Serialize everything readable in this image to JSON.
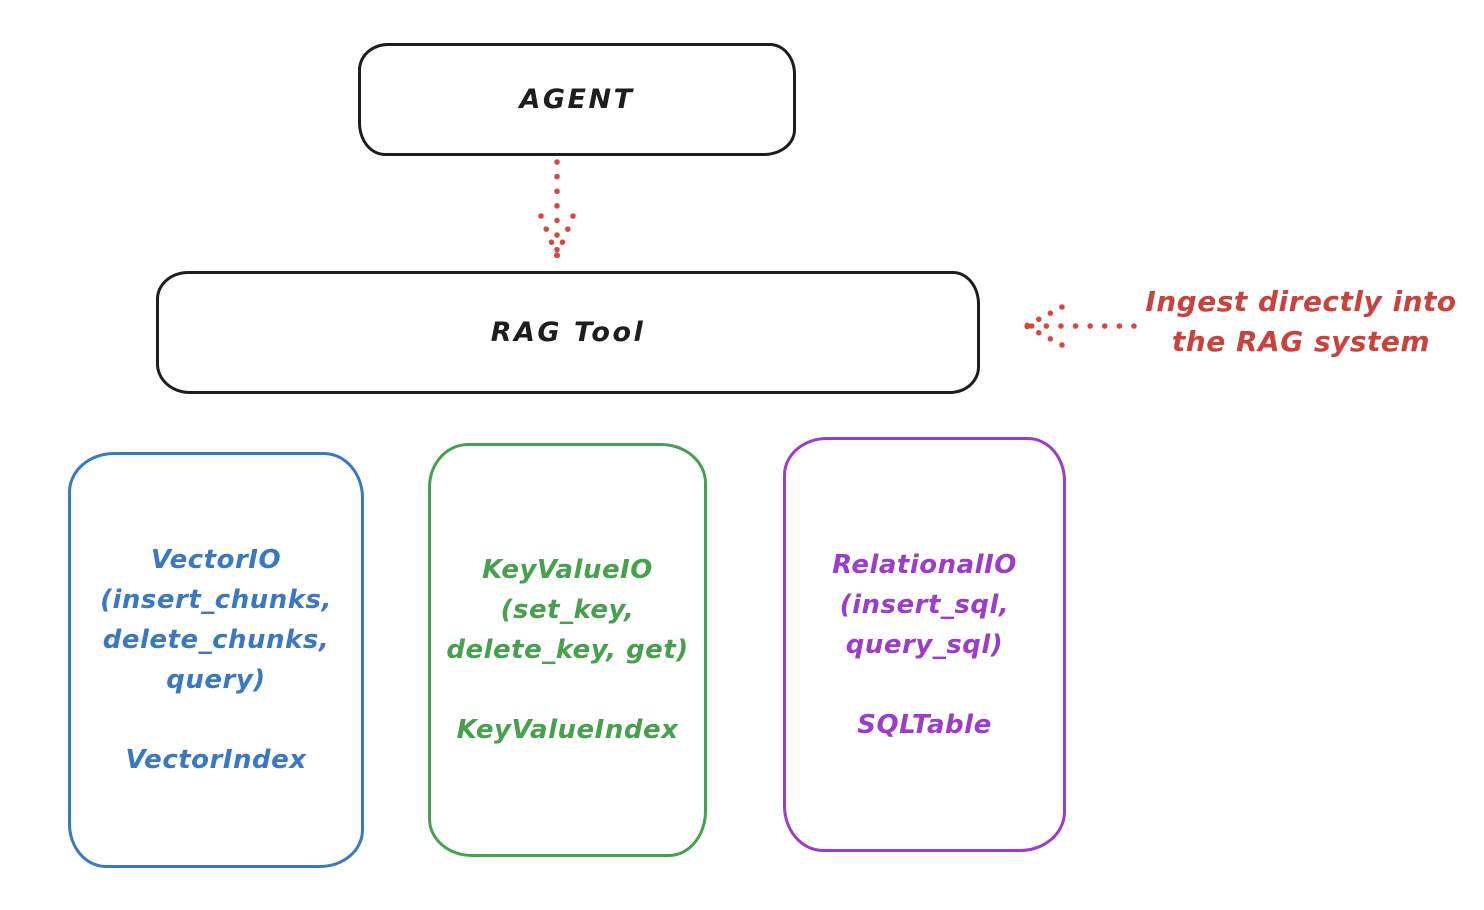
{
  "diagram": {
    "agent_node": {
      "label": "AGENT"
    },
    "rag_node": {
      "label": "RAG Tool"
    },
    "annotation": {
      "line1": "Ingest directly into",
      "line2": "the RAG system"
    },
    "backends": [
      {
        "name": "VectorIO",
        "color": "#3b78c2",
        "signature": [
          "VectorIO",
          "(insert_chunks,",
          "delete_chunks,",
          "query)"
        ],
        "index": "VectorIndex"
      },
      {
        "name": "KeyValueIO",
        "color": "#47a04d",
        "signature": [
          "KeyValueIO",
          "(set_key,",
          "delete_key, get)"
        ],
        "index": "KeyValueIndex"
      },
      {
        "name": "RelationalIO",
        "color": "#9b3ccb",
        "signature": [
          "RelationalIO",
          "(insert_sql,",
          "query_sql)"
        ],
        "index": "SQLTable"
      }
    ],
    "colors": {
      "node_stroke": "#1d1d1d",
      "arrow": "#d5483f",
      "annotation_text": "#c9433c"
    }
  }
}
